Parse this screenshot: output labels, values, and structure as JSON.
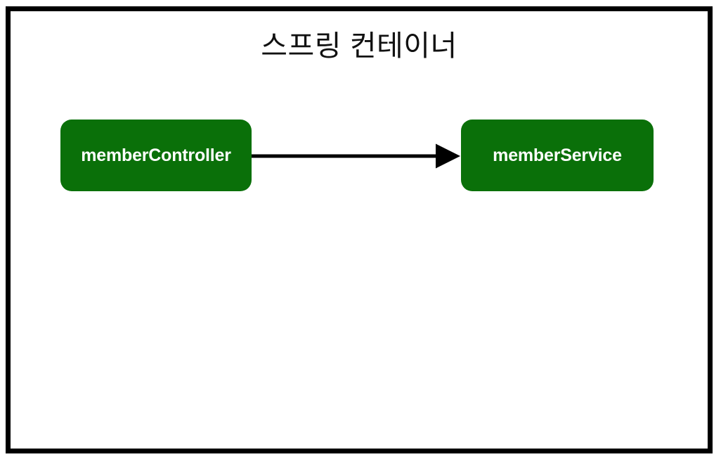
{
  "diagram": {
    "title": "스프링 컨테이너",
    "background_color": "#ffffff",
    "frame_color": "#000000",
    "node_fill_color": "#0a7009",
    "node_text_color": "#ffffff",
    "edge_color": "#000000",
    "nodes": [
      {
        "id": "memberController",
        "label": "memberController",
        "shape": "rounded-rectangle",
        "fill": "#0a7009",
        "text_color": "#ffffff"
      },
      {
        "id": "memberService",
        "label": "memberService",
        "shape": "rounded-rectangle",
        "fill": "#0a7009",
        "text_color": "#ffffff"
      }
    ],
    "edges": [
      {
        "from": "memberController",
        "to": "memberService",
        "label": "",
        "style": "solid",
        "arrowhead": "filled-triangle",
        "color": "#000000"
      }
    ]
  }
}
